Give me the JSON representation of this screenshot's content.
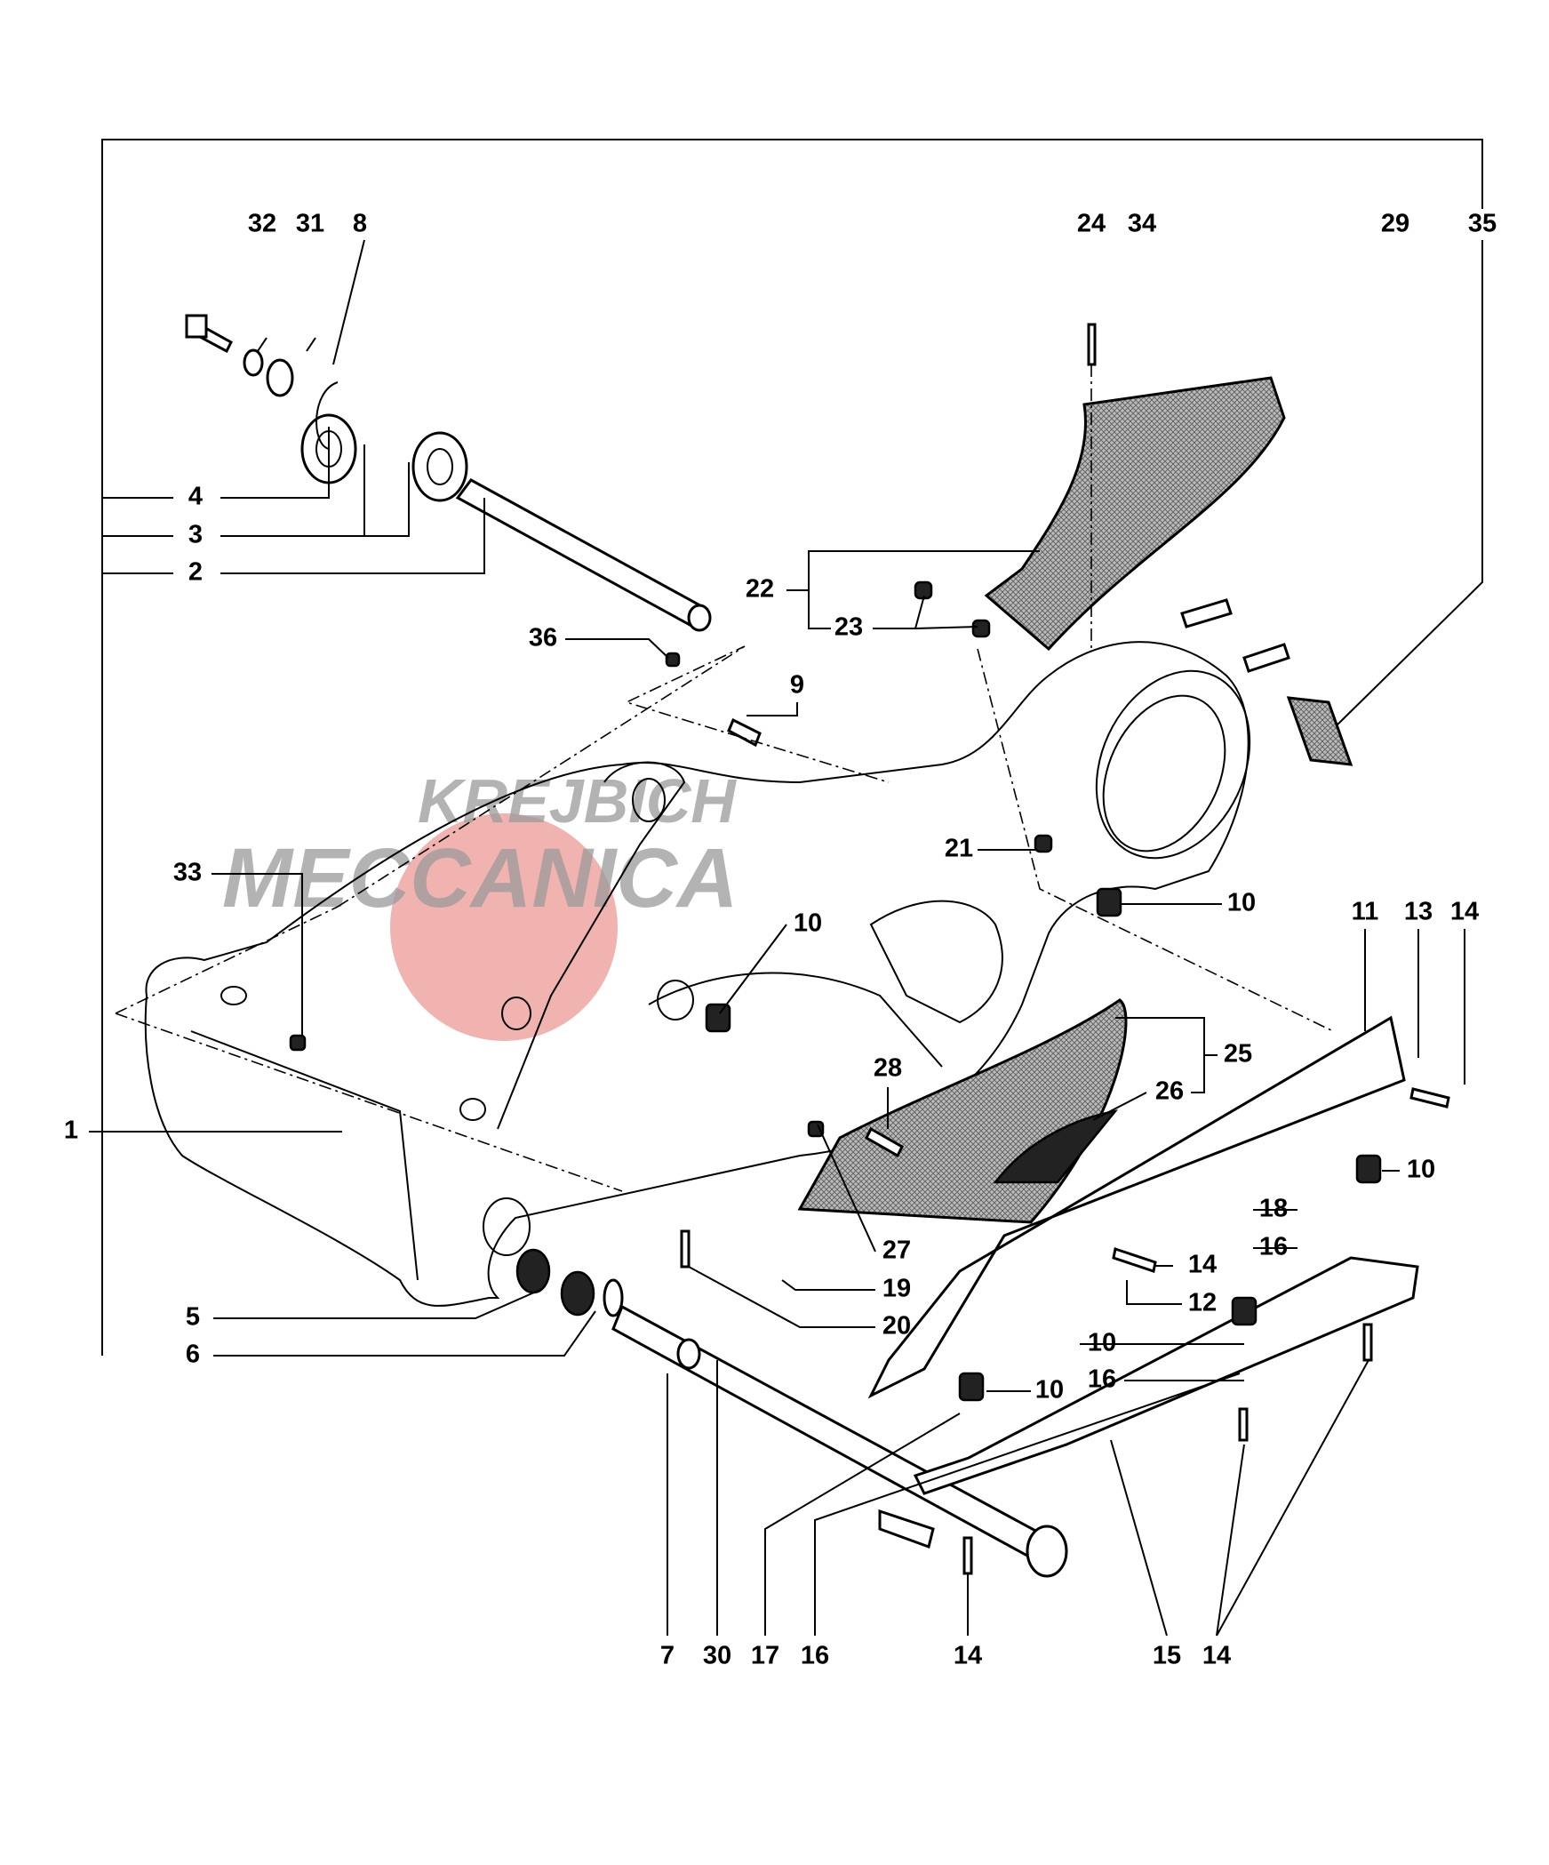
{
  "watermark": {
    "line1": "KREJBICH",
    "line2": "MECCANICA",
    "circle_color": "#e98b85",
    "text_color": "#9a9a9a"
  },
  "labels": {
    "l32": "32",
    "l31": "31",
    "l8": "8",
    "l24": "24",
    "l34": "34",
    "l29": "29",
    "l35": "35",
    "l4": "4",
    "l3": "3",
    "l2": "2",
    "l22": "22",
    "l23": "23",
    "l36": "36",
    "l9": "9",
    "l21": "21",
    "l10a": "10",
    "l33": "33",
    "l10b": "10",
    "l11": "11",
    "l13": "13",
    "l14a": "14",
    "l25": "25",
    "l26": "26",
    "l28": "28",
    "l1": "1",
    "l10c": "10",
    "l18": "18",
    "l16a": "16",
    "l27": "27",
    "l14b": "14",
    "l19": "19",
    "l12": "12",
    "l5": "5",
    "l20": "20",
    "l10d": "10",
    "l6": "6",
    "l16b": "16",
    "l10e": "10",
    "l7": "7",
    "l30": "30",
    "l17": "17",
    "l16c": "16",
    "l14c": "14",
    "l15": "15",
    "l14d": "14"
  }
}
